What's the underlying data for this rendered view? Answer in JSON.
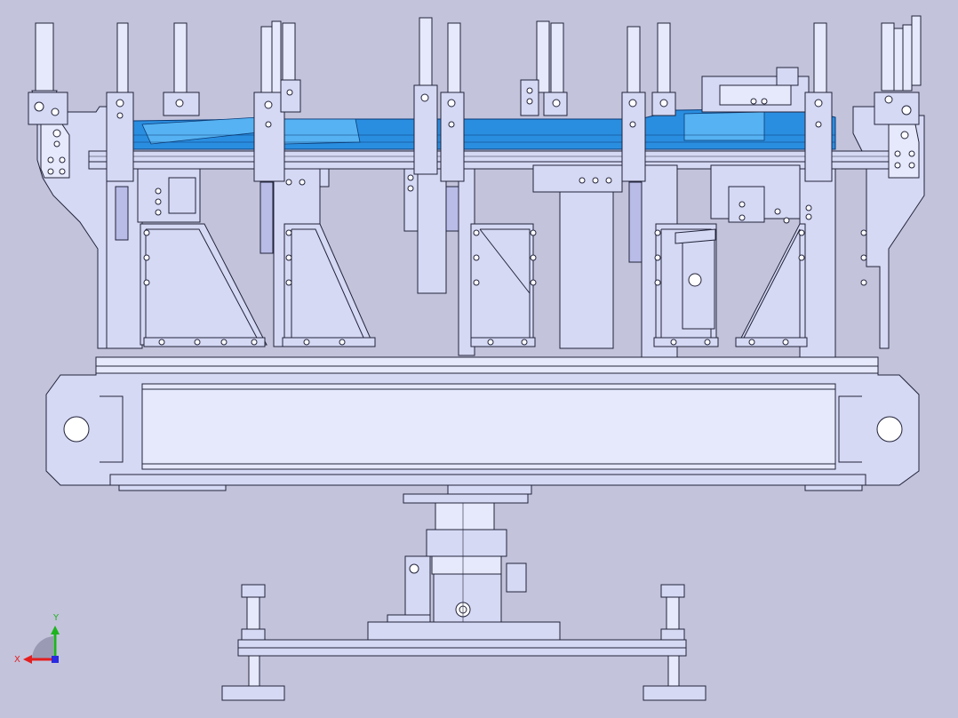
{
  "app": {
    "view": "cad-assembly-front-view"
  },
  "colors": {
    "background": "#c3c3dc",
    "part_fill": "#d6d9f4",
    "part_fill_light": "#e6e8fb",
    "part_fill_dark": "#b8bce6",
    "edge": "#22243a",
    "workpiece": "#2a8ee0",
    "workpiece_light": "#56b2f2",
    "pad_dark": "#8a8ca8",
    "axis_x": "#e41e1e",
    "axis_y": "#1eb41e",
    "axis_z": "#2a2ae0"
  },
  "triad": {
    "x_label": "X",
    "y_label": "Y"
  }
}
